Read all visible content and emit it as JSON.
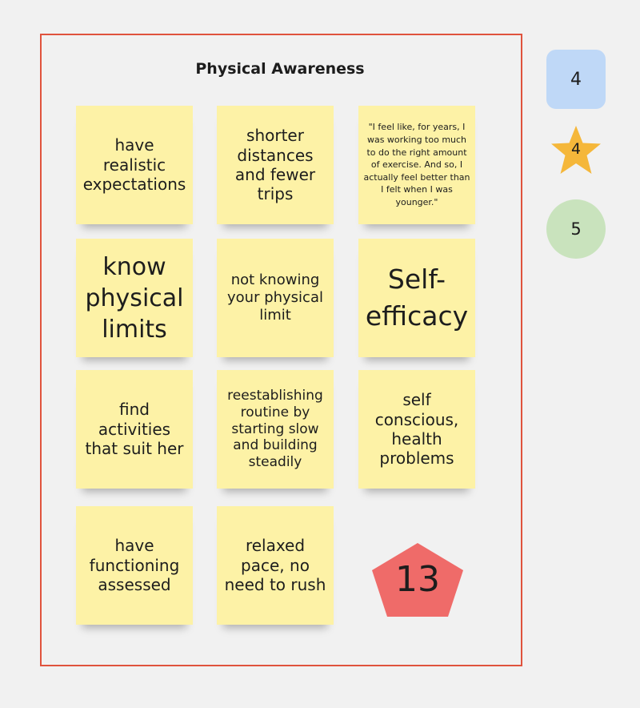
{
  "frame": {
    "title": "Physical Awareness"
  },
  "notes": [
    "have realistic expectations",
    "shorter distances and fewer trips",
    "\"I feel like, for years, I was working too much to do the right amount of exercise. And so, I actually feel better than I felt when I was younger.\"",
    "know physical limits",
    "not knowing your physical limit",
    "Self-efficacy",
    "find activities that suit her",
    "reestablishing routine by starting slow and building steadily",
    "self conscious, health problems",
    "have functioning assessed",
    "relaxed pace, no need to rush"
  ],
  "badges": {
    "square_count": "4",
    "star_count": "4",
    "circle_count": "5",
    "pentagon_count": "13"
  },
  "colors": {
    "frame_border": "#e0533d",
    "sticky_note": "#fdf2a6",
    "square_badge": "#bfd8f7",
    "star_badge": "#f5b73a",
    "circle_badge": "#c9e3bd",
    "pentagon_badge": "#ef6b69"
  }
}
